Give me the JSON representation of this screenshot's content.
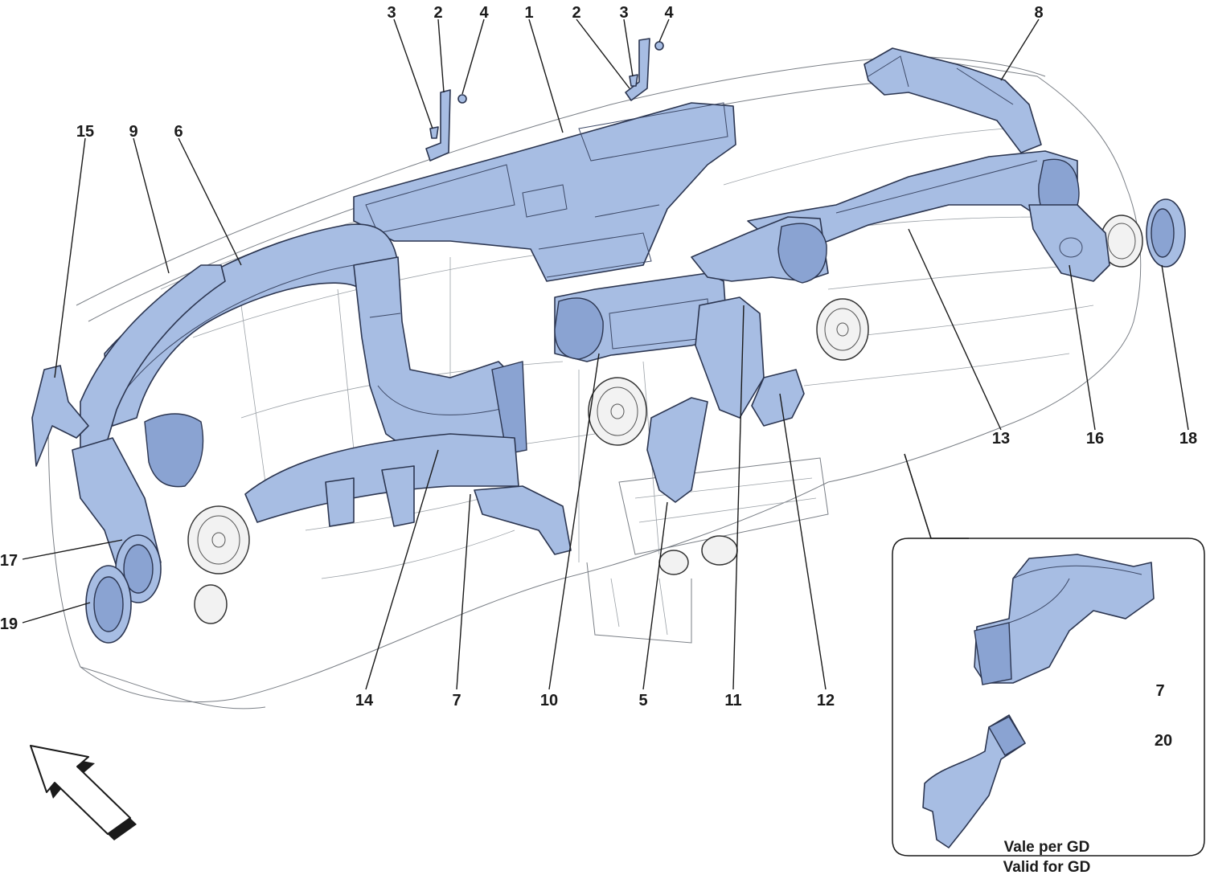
{
  "diagram": {
    "callouts": [
      {
        "id": "c3a",
        "label": "3"
      },
      {
        "id": "c2a",
        "label": "2"
      },
      {
        "id": "c4a",
        "label": "4"
      },
      {
        "id": "c1",
        "label": "1"
      },
      {
        "id": "c2b",
        "label": "2"
      },
      {
        "id": "c3b",
        "label": "3"
      },
      {
        "id": "c4b",
        "label": "4"
      },
      {
        "id": "c8",
        "label": "8"
      },
      {
        "id": "c15",
        "label": "15"
      },
      {
        "id": "c9",
        "label": "9"
      },
      {
        "id": "c6",
        "label": "6"
      },
      {
        "id": "c13",
        "label": "13"
      },
      {
        "id": "c16",
        "label": "16"
      },
      {
        "id": "c18",
        "label": "18"
      },
      {
        "id": "c17",
        "label": "17"
      },
      {
        "id": "c19",
        "label": "19"
      },
      {
        "id": "c14",
        "label": "14"
      },
      {
        "id": "c7",
        "label": "7"
      },
      {
        "id": "c10",
        "label": "10"
      },
      {
        "id": "c5",
        "label": "5"
      },
      {
        "id": "c11",
        "label": "11"
      },
      {
        "id": "c12",
        "label": "12"
      },
      {
        "id": "c7b",
        "label": "7"
      },
      {
        "id": "c20",
        "label": "20"
      }
    ],
    "inset": {
      "note_line1": "Vale per GD",
      "note_line2": "Valid for GD"
    },
    "colors": {
      "part_fill": "#a7bde3",
      "part_outline": "#2b3550",
      "wireframe": "#7a7f86"
    }
  }
}
